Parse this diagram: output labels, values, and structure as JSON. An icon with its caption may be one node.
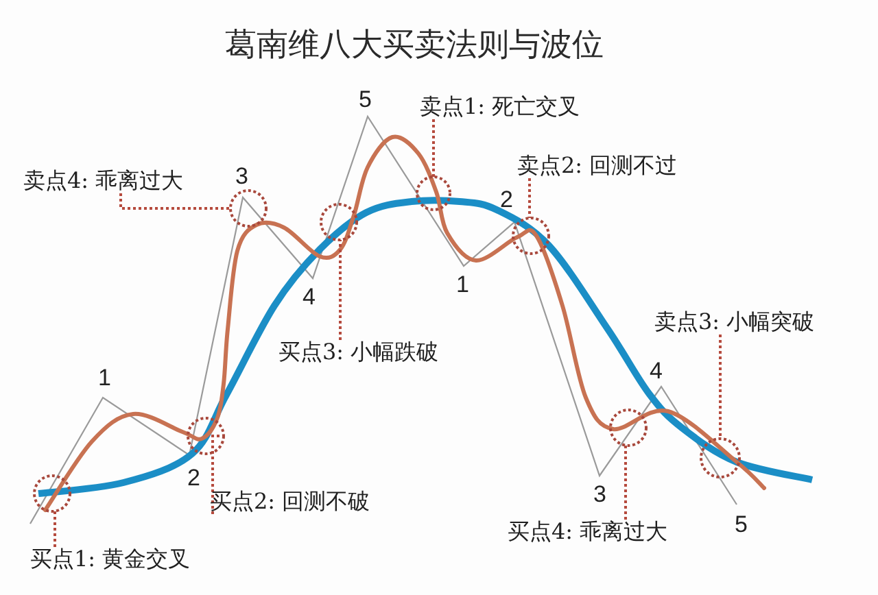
{
  "diagram": {
    "title": "葛南维八大买卖法则与波位",
    "nodes": [
      {
        "text": [
          "卖点1: 死亡交叉"
        ]
      },
      {
        "text": [
          "卖点2: 回测不过"
        ]
      },
      {
        "text": [
          "卖点4: 乖离过大"
        ]
      },
      {
        "text": [
          "卖点3: 小幅突破"
        ]
      },
      {
        "text": [
          "买点3: 小幅跌破"
        ]
      },
      {
        "text": [
          "买点2: 回测不破"
        ]
      },
      {
        "text": [
          "买点4: 乖离过大"
        ]
      },
      {
        "text": [
          "买点1: 黄金交叉"
        ]
      },
      {
        "text": [],
        "shape": "circle"
      },
      {
        "text": [],
        "shape": "circle"
      },
      {
        "text": [],
        "shape": "circle"
      },
      {
        "text": [],
        "shape": "circle"
      },
      {
        "text": [],
        "shape": "circle"
      },
      {
        "text": [],
        "shape": "circle"
      },
      {
        "text": [],
        "shape": "circle"
      },
      {
        "text": [],
        "shape": "circle"
      }
    ],
    "edges": [
      {
        "from": 0,
        "to": 12,
        "arrow": "none",
        "style": "dashed"
      },
      {
        "from": 1,
        "to": 13,
        "arrow": "none",
        "style": "dashed"
      },
      {
        "from": 2,
        "to": 10,
        "arrow": "none",
        "style": "dashed"
      },
      {
        "from": 3,
        "to": 15,
        "arrow": "none",
        "style": "dashed"
      },
      {
        "from": 4,
        "to": 11,
        "arrow": "none",
        "style": "dashed"
      },
      {
        "from": 5,
        "to": 9,
        "arrow": "none",
        "style": "dashed"
      },
      {
        "from": 6,
        "to": 14,
        "arrow": "none",
        "style": "dashed"
      },
      {
        "from": 7,
        "to": 8,
        "arrow": "none",
        "style": "dashed"
      }
    ],
    "labels": [
      "5",
      "3",
      "2",
      "1",
      "4",
      "4",
      "1",
      "2",
      "3",
      "5"
    ]
  }
}
